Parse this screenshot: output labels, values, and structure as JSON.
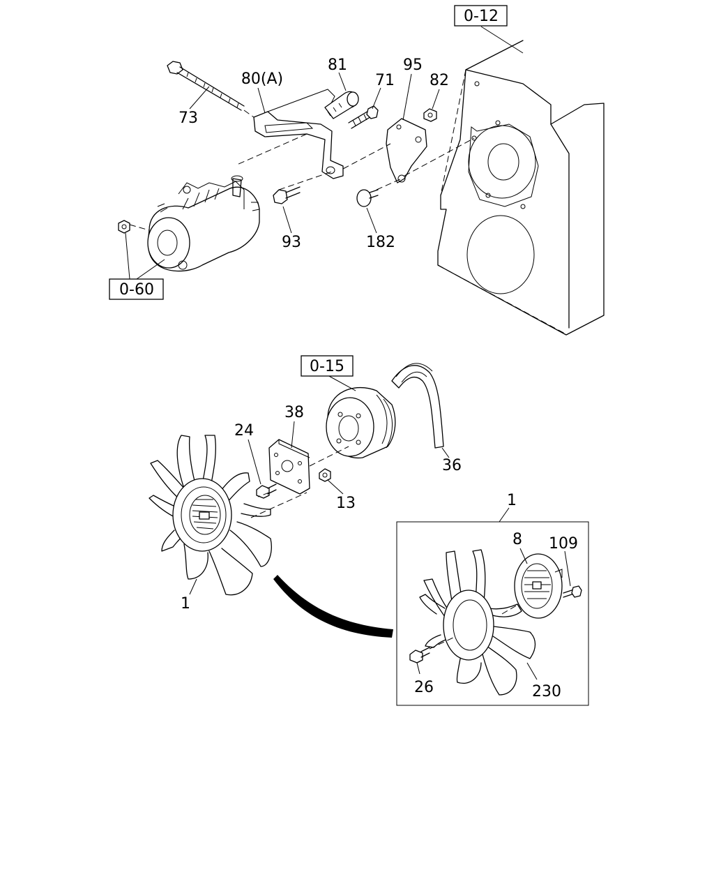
{
  "refs": {
    "engine_block": "0-12",
    "alternator": "0-60",
    "pulley": "0-15"
  },
  "callouts": {
    "c73": "73",
    "c80a": "80(A)",
    "c81": "81",
    "c71": "71",
    "c95": "95",
    "c82": "82",
    "c93": "93",
    "c182": "182",
    "c38": "38",
    "c24": "24",
    "c13": "13",
    "c36": "36",
    "c1_fan": "1",
    "c1_detail": "1",
    "c8": "8",
    "c109": "109",
    "c26": "26",
    "c230": "230"
  }
}
